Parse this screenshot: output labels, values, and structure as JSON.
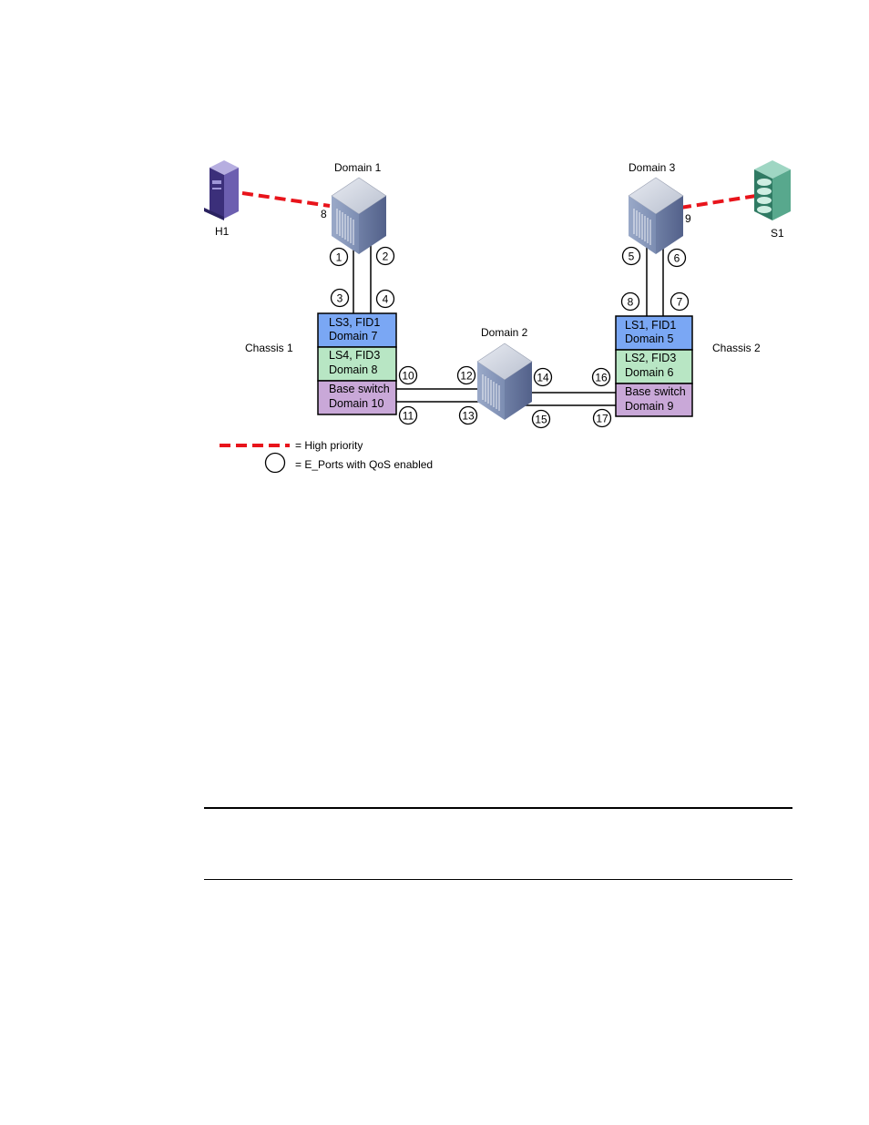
{
  "domains": {
    "domain1": "Domain 1",
    "domain2": "Domain 2",
    "domain3": "Domain 3"
  },
  "hosts": {
    "h1": "H1",
    "s1": "S1",
    "h1_port": "8",
    "s1_port": "9"
  },
  "chassis": {
    "chassis1": {
      "label": "Chassis 1",
      "rows": [
        {
          "line1": "LS3, FID1",
          "line2": "Domain 7",
          "color": "#7aa7f4"
        },
        {
          "line1": "LS4, FID3",
          "line2": "Domain 8",
          "color": "#b8e6c4"
        },
        {
          "line1": "Base switch",
          "line2": "Domain 10",
          "color": "#c9a8d8"
        }
      ]
    },
    "chassis2": {
      "label": "Chassis 2",
      "rows": [
        {
          "line1": "LS1, FID1",
          "line2": "Domain 5",
          "color": "#7aa7f4"
        },
        {
          "line1": "LS2, FID3",
          "line2": "Domain 6",
          "color": "#b8e6c4"
        },
        {
          "line1": "Base switch",
          "line2": "Domain 9",
          "color": "#c9a8d8"
        }
      ]
    }
  },
  "ports": [
    "1",
    "2",
    "3",
    "4",
    "5",
    "6",
    "7",
    "8",
    "10",
    "11",
    "12",
    "13",
    "14",
    "15",
    "16",
    "17"
  ],
  "legend": {
    "high_priority": "= High priority",
    "qos_ports": "= E_Ports with QoS enabled"
  },
  "colors": {
    "high_priority_line": "#e8141b",
    "switch_face": "#8da0c4",
    "host_body": "#4a3f85",
    "storage_body": "#3f8a73"
  },
  "icons": [
    "switch-icon",
    "server-icon",
    "storage-icon"
  ]
}
